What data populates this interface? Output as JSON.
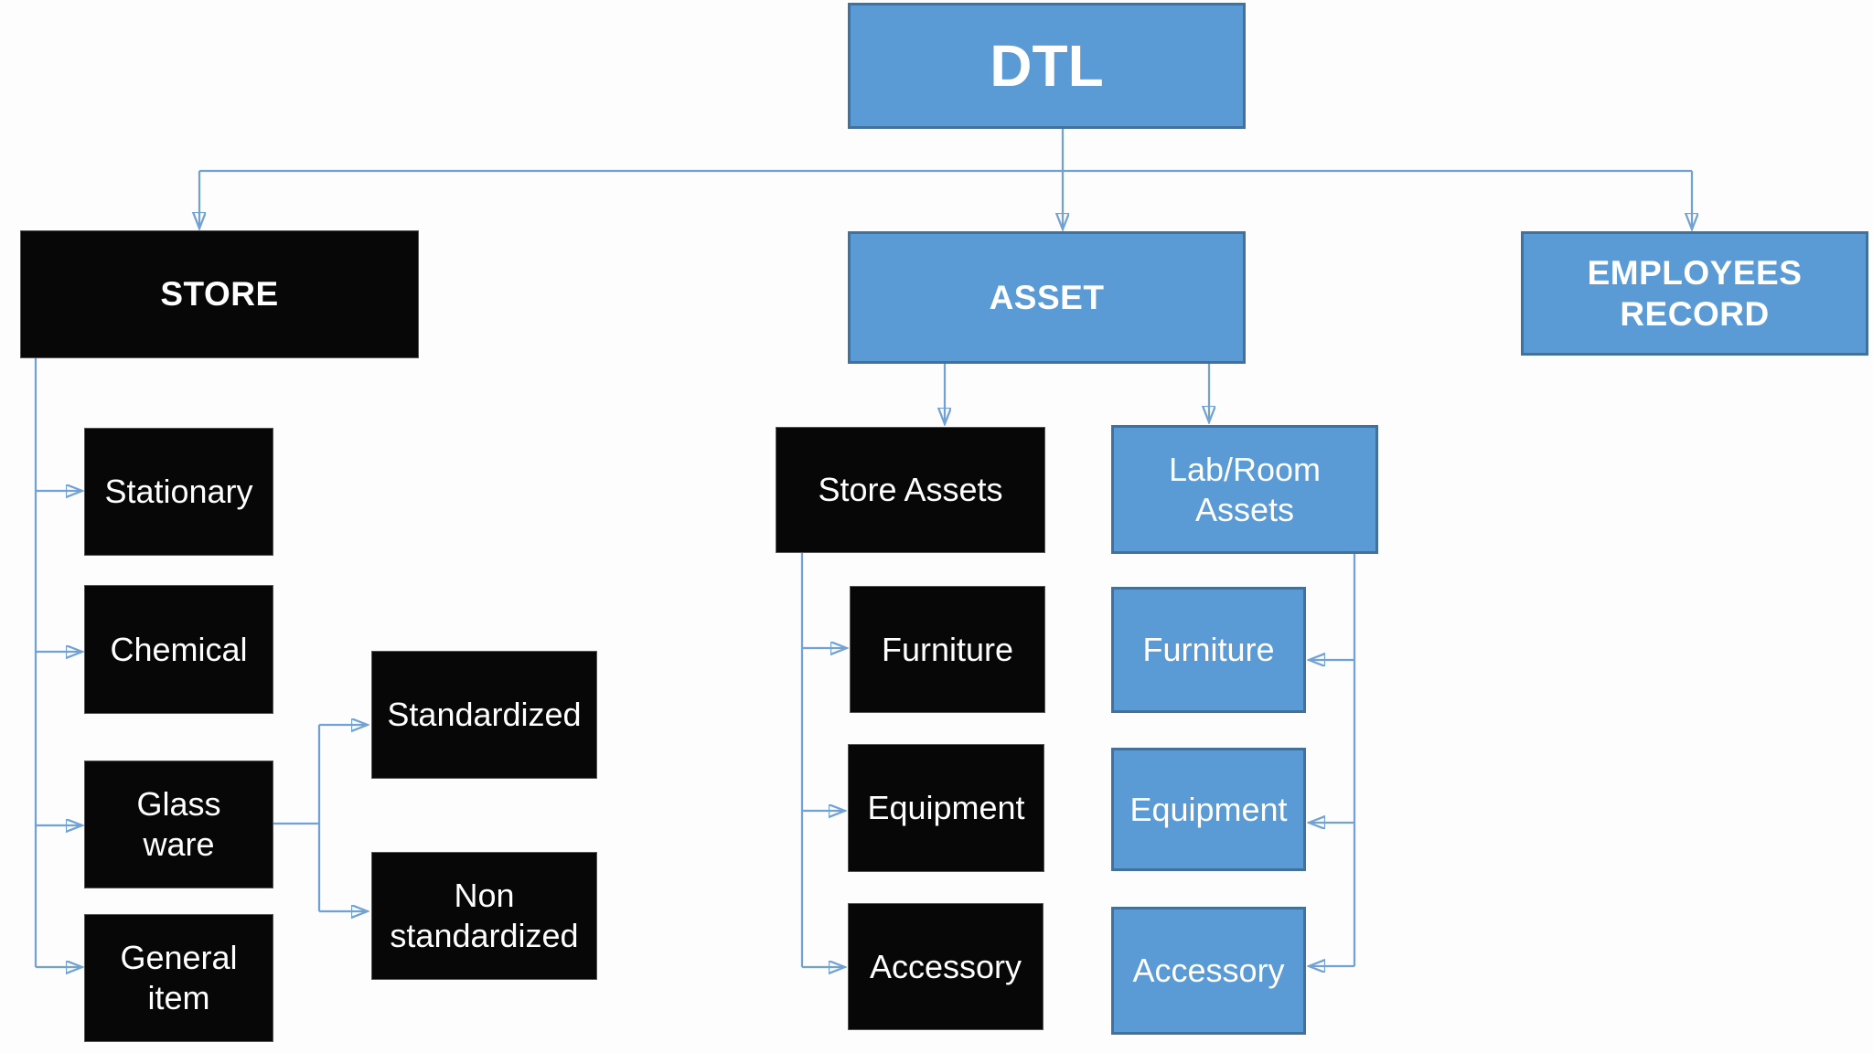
{
  "diagram_type": "org-flowchart",
  "colors": {
    "blue_fill": "#5b9bd5",
    "blue_border": "#41719c",
    "black_fill": "#070707",
    "black_border": "#555555",
    "connector": "#72a1d4",
    "arrowhead": "#5b9bd5",
    "text": "#ffffff",
    "background": "#fdfdfd"
  },
  "nodes": {
    "dtl": {
      "label": "DTL"
    },
    "store": {
      "label": "STORE"
    },
    "asset": {
      "label": "ASSET"
    },
    "employees_record": {
      "label": "EMPLOYEES RECORD"
    },
    "stationary": {
      "label": "Stationary"
    },
    "chemical": {
      "label": "Chemical"
    },
    "glass_ware": {
      "label": "Glass ware"
    },
    "general_item": {
      "label": "General item"
    },
    "standardized": {
      "label": "Standardized"
    },
    "non_standardized": {
      "label": "Non standardized"
    },
    "store_assets": {
      "label": "Store Assets"
    },
    "lab_room_assets": {
      "label": "Lab/Room Assets"
    },
    "store_furniture": {
      "label": "Furniture"
    },
    "store_equipment": {
      "label": "Equipment"
    },
    "store_accessory": {
      "label": "Accessory"
    },
    "lab_furniture": {
      "label": "Furniture"
    },
    "lab_equipment": {
      "label": "Equipment"
    },
    "lab_accessory": {
      "label": "Accessory"
    }
  },
  "hierarchy": {
    "root": "DTL",
    "branches": [
      {
        "parent": "STORE",
        "children": [
          "Stationary",
          "Chemical",
          "Glass ware",
          "General item"
        ]
      },
      {
        "parent": "Glass ware",
        "children": [
          "Standardized",
          "Non standardized"
        ]
      },
      {
        "parent": "ASSET",
        "children": [
          "Store Assets",
          "Lab/Room Assets"
        ]
      },
      {
        "parent": "Store Assets",
        "children": [
          "Furniture",
          "Equipment",
          "Accessory"
        ]
      },
      {
        "parent": "Lab/Room Assets",
        "children": [
          "Furniture",
          "Equipment",
          "Accessory"
        ]
      },
      {
        "parent": "EMPLOYEES RECORD",
        "children": []
      }
    ]
  }
}
